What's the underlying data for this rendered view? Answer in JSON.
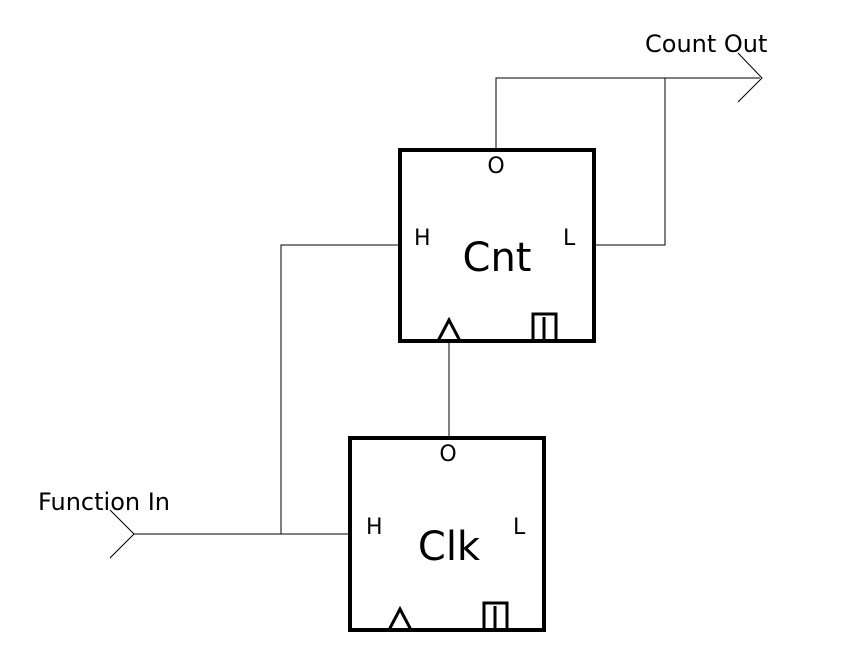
{
  "ports": {
    "input_label": "Function In",
    "output_label": "Count Out"
  },
  "blocks": {
    "cnt": {
      "name": "Cnt",
      "pin_top": "O",
      "pin_left": "H",
      "pin_right": "L"
    },
    "clk": {
      "name": "Clk",
      "pin_top": "O",
      "pin_left": "H",
      "pin_right": "L"
    }
  },
  "colors": {
    "stroke": "#000000",
    "background": "#ffffff"
  }
}
